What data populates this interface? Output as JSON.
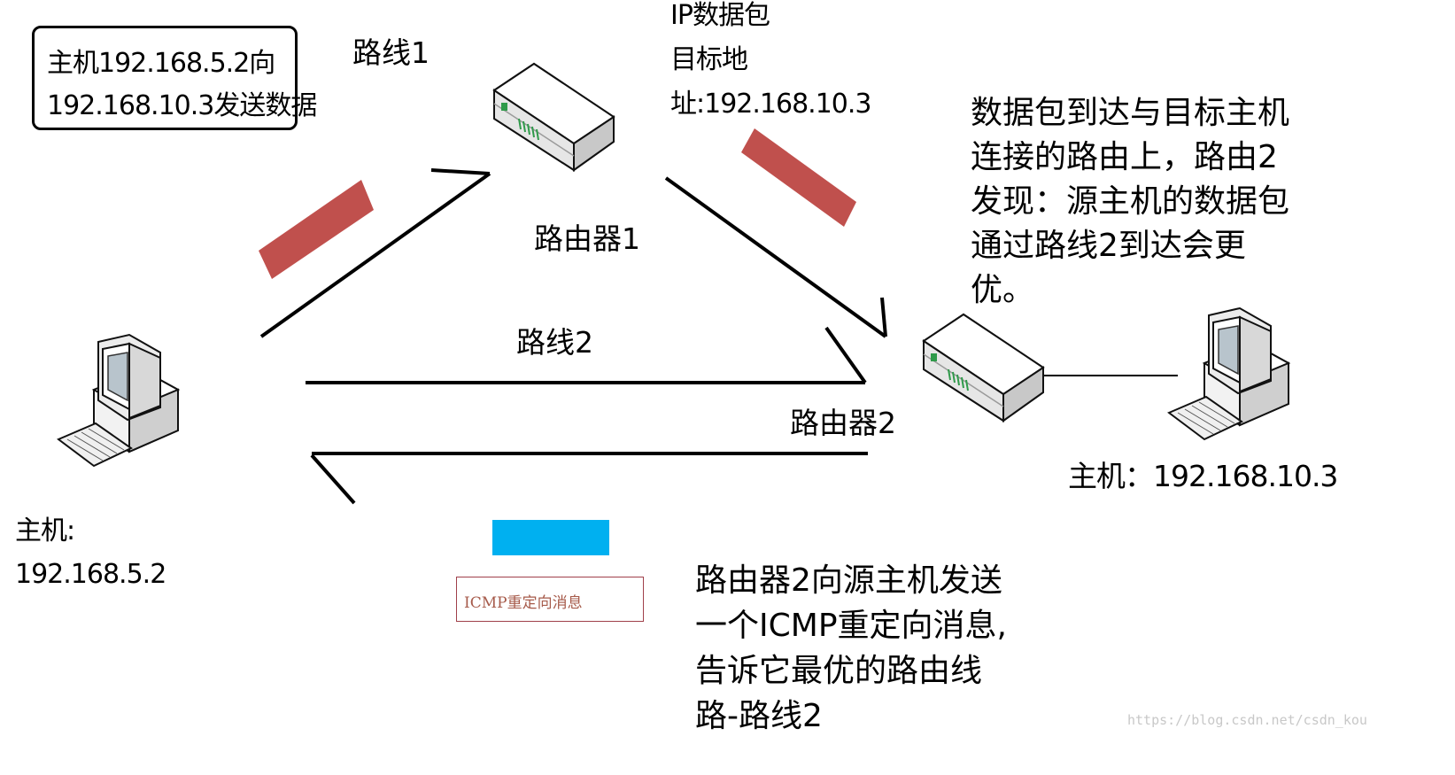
{
  "colors": {
    "packet_red": "#c0504d",
    "icmp_blue": "#00b0f0",
    "icmp_border": "#a0404a",
    "watermark": "#c8c8c8"
  },
  "source_box": {
    "line1": "主机192.168.5.2向",
    "line2": "192.168.10.3发送数据"
  },
  "labels": {
    "route1": "路线1",
    "route2": "路线2",
    "router1": "路由器1",
    "router2": "路由器2",
    "host_src_l1": "主机:",
    "host_src_l2": "192.168.5.2",
    "host_dst": "主机：192.168.10.3"
  },
  "packet_note": {
    "line1": "IP数据包",
    "line2": "目标地",
    "line3": "址:192.168.10.3"
  },
  "router2_note": {
    "line1": "数据包到达与目标主机",
    "line2": "连接的路由上，路由2",
    "line3": "发现：源主机的数据包",
    "line4": "通过路线2到达会更",
    "line5": "优。"
  },
  "redirect_note": {
    "line1": "路由器2向源主机发送",
    "line2": "一个ICMP重定向消息,",
    "line3": "告诉它最优的路由线",
    "line4": "路-路线2"
  },
  "icmp_label": "ICMP重定向消息",
  "watermark": "https://blog.csdn.net/csdn_kou"
}
